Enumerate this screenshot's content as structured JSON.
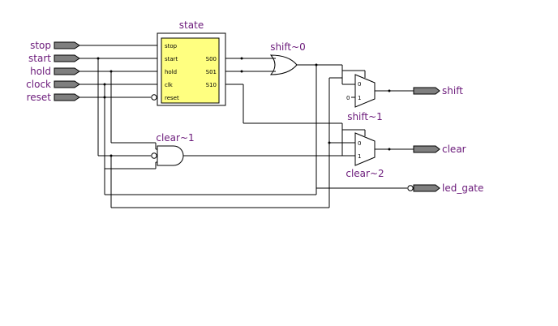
{
  "inputs": [
    "stop",
    "start",
    "hold",
    "clock",
    "reset"
  ],
  "state_block": {
    "title": "state",
    "left_pins": [
      "stop",
      "start",
      "hold",
      "clk",
      "reset"
    ],
    "right_pins": [
      "S00",
      "S01",
      "S10"
    ],
    "fill_color": "#ffff80"
  },
  "gates": {
    "or_gate": "shift~0",
    "and_gate": "clear~1",
    "mux_top": "shift~1",
    "mux_bottom": "clear~2",
    "mux_in0": "0",
    "mux_in1": "1",
    "const_zero": "0"
  },
  "outputs": [
    "shift",
    "clear",
    "led_gate"
  ],
  "colors": {
    "label": "#6b1a7a",
    "port": "#7f7f7f",
    "wire": "#000000"
  }
}
